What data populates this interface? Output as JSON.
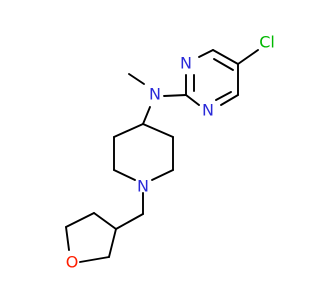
{
  "atoms": {
    "chlorine": {
      "label": "Cl",
      "color": "#00b800"
    },
    "pyrimidine_n_top": {
      "label": "N",
      "color": "#2a2ad8"
    },
    "pyrimidine_n_bottom": {
      "label": "N",
      "color": "#2a2ad8"
    },
    "amine_n": {
      "label": "N",
      "color": "#2a2ad8"
    },
    "piperidine_n": {
      "label": "N",
      "color": "#2a2ad8"
    },
    "oxolane_o": {
      "label": "O",
      "color": "#ff1e00"
    }
  },
  "bond_color": "#000000"
}
